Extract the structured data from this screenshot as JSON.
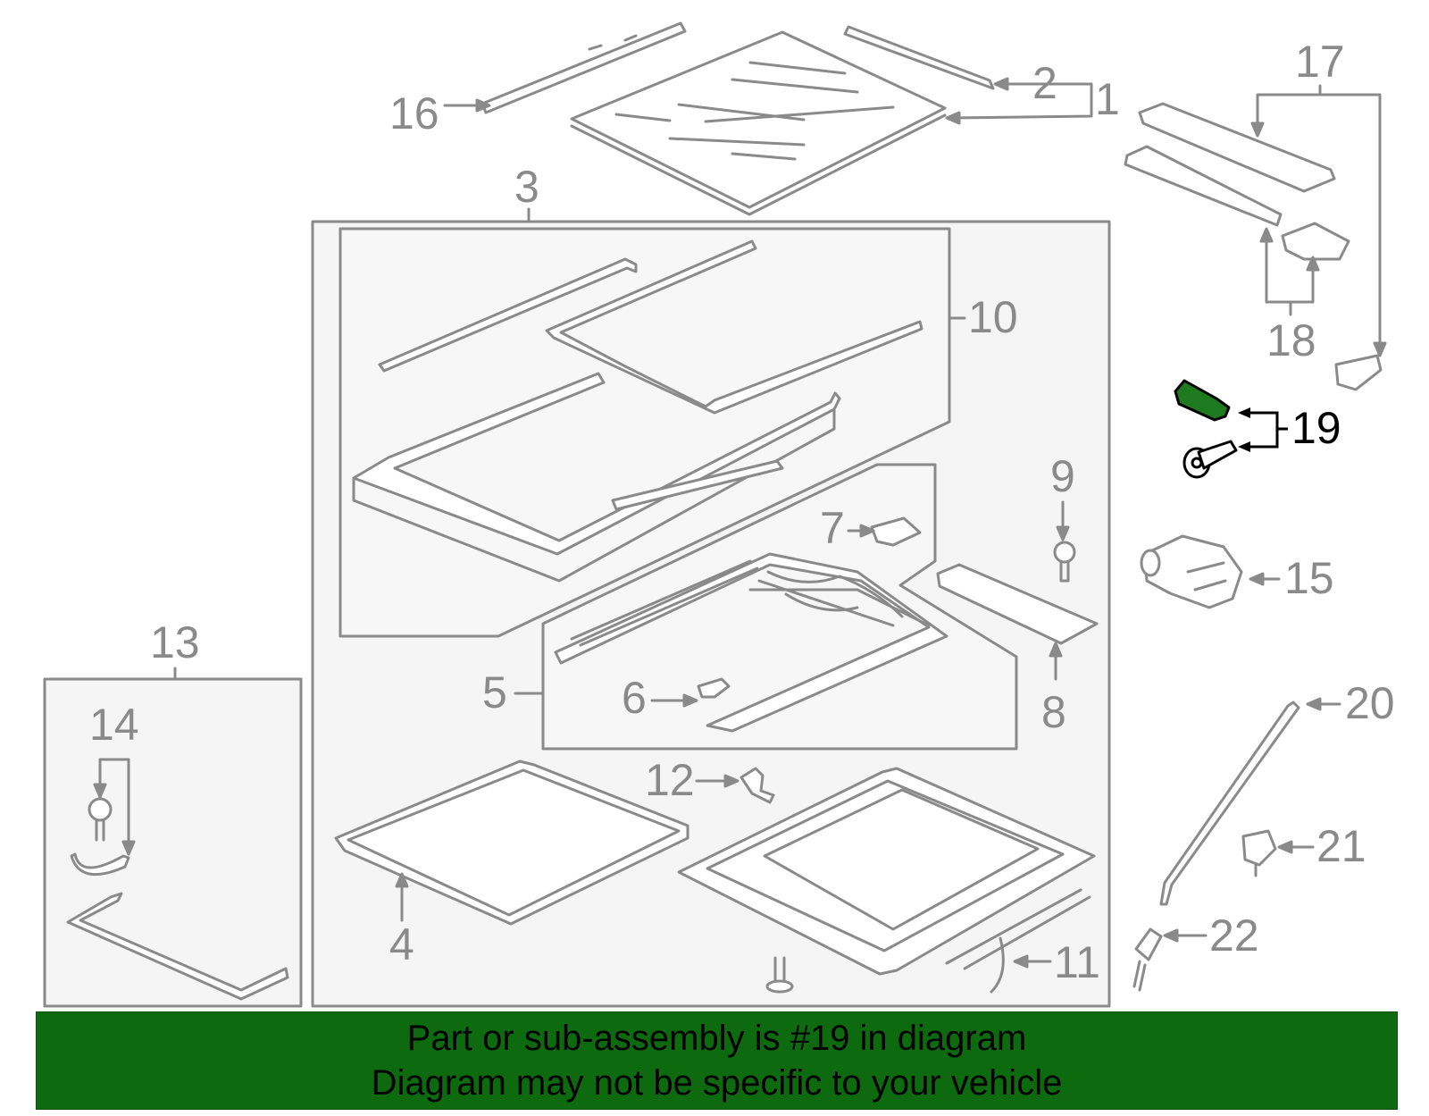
{
  "diagram": {
    "callouts": [
      "1",
      "2",
      "3",
      "4",
      "5",
      "6",
      "7",
      "8",
      "9",
      "10",
      "11",
      "12",
      "13",
      "14",
      "15",
      "16",
      "17",
      "18",
      "19",
      "20",
      "21",
      "22"
    ],
    "highlighted_callout": "19",
    "colors": {
      "line": "#8a8a8a",
      "panel": "#f5f5f5",
      "highlight": "#1e7a1e",
      "banner": "#0e6a0e",
      "text": "#000000"
    }
  },
  "banner": {
    "line1": "Part or sub-assembly is #19 in diagram",
    "line2": "Diagram may not be specific to your vehicle"
  }
}
